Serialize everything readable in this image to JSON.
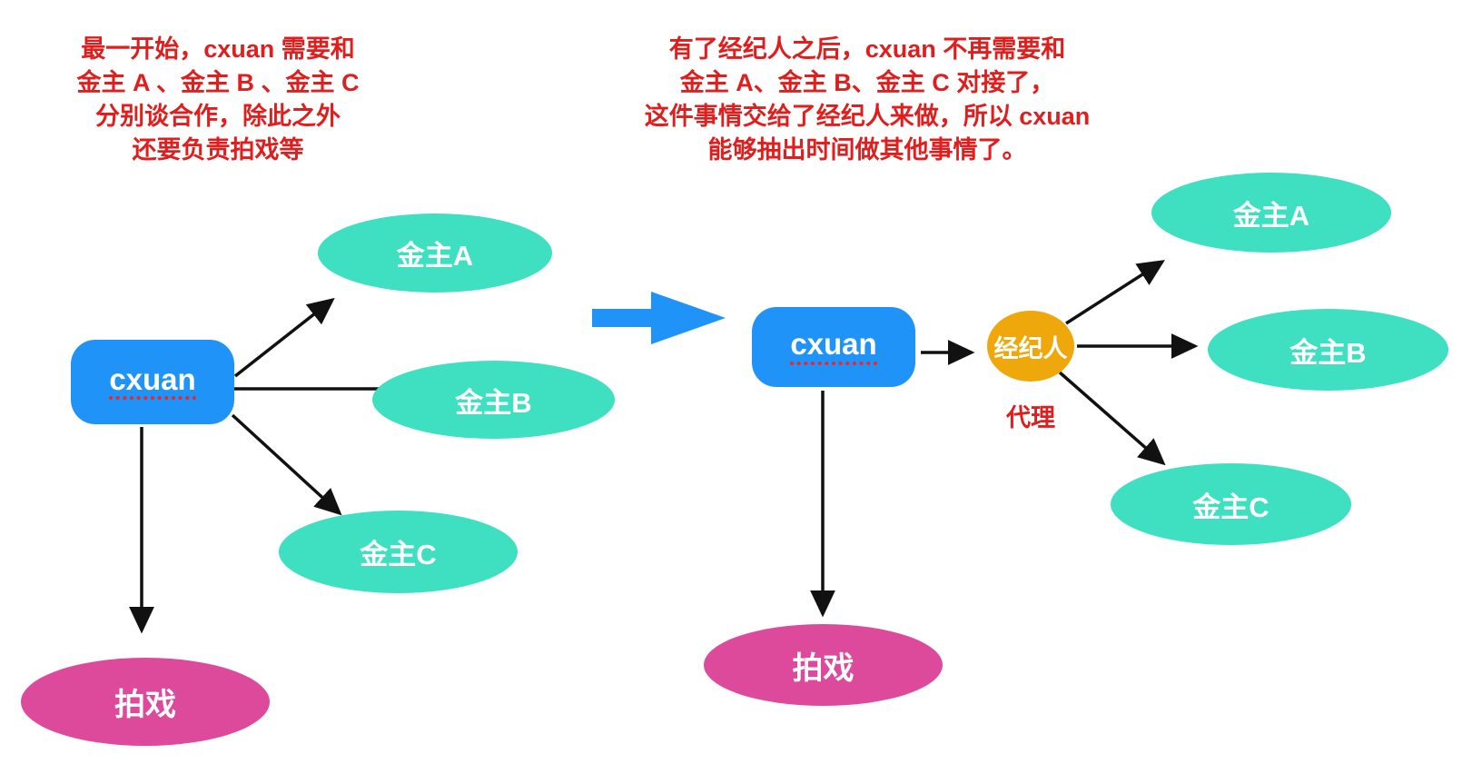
{
  "colors": {
    "actor_blue": "#2093f8",
    "sponsor_teal": "#3ee0c1",
    "task_pink": "#de4a9b",
    "proxy_orange": "#efa80b",
    "caption_red": "#e01e1e",
    "arrow_black": "#111111"
  },
  "before": {
    "caption_lines": [
      "最一开始，cxuan 需要和",
      "金主 A 、金主 B 、金主 C",
      "分别谈合作，除此之外",
      "还要负责拍戏等"
    ],
    "actor": "cxuan",
    "sponsors": [
      "金主A",
      "金主B",
      "金主C"
    ],
    "task": "拍戏"
  },
  "after": {
    "caption_lines": [
      "有了经纪人之后，cxuan 不再需要和",
      "金主 A、金主 B、金主 C 对接了，",
      "这件事情交给了经纪人来做，所以 cxuan",
      "能够抽出时间做其他事情了。"
    ],
    "actor": "cxuan",
    "proxy": "经纪人",
    "proxy_role": "代理",
    "sponsors": [
      "金主A",
      "金主B",
      "金主C"
    ],
    "task": "拍戏"
  }
}
